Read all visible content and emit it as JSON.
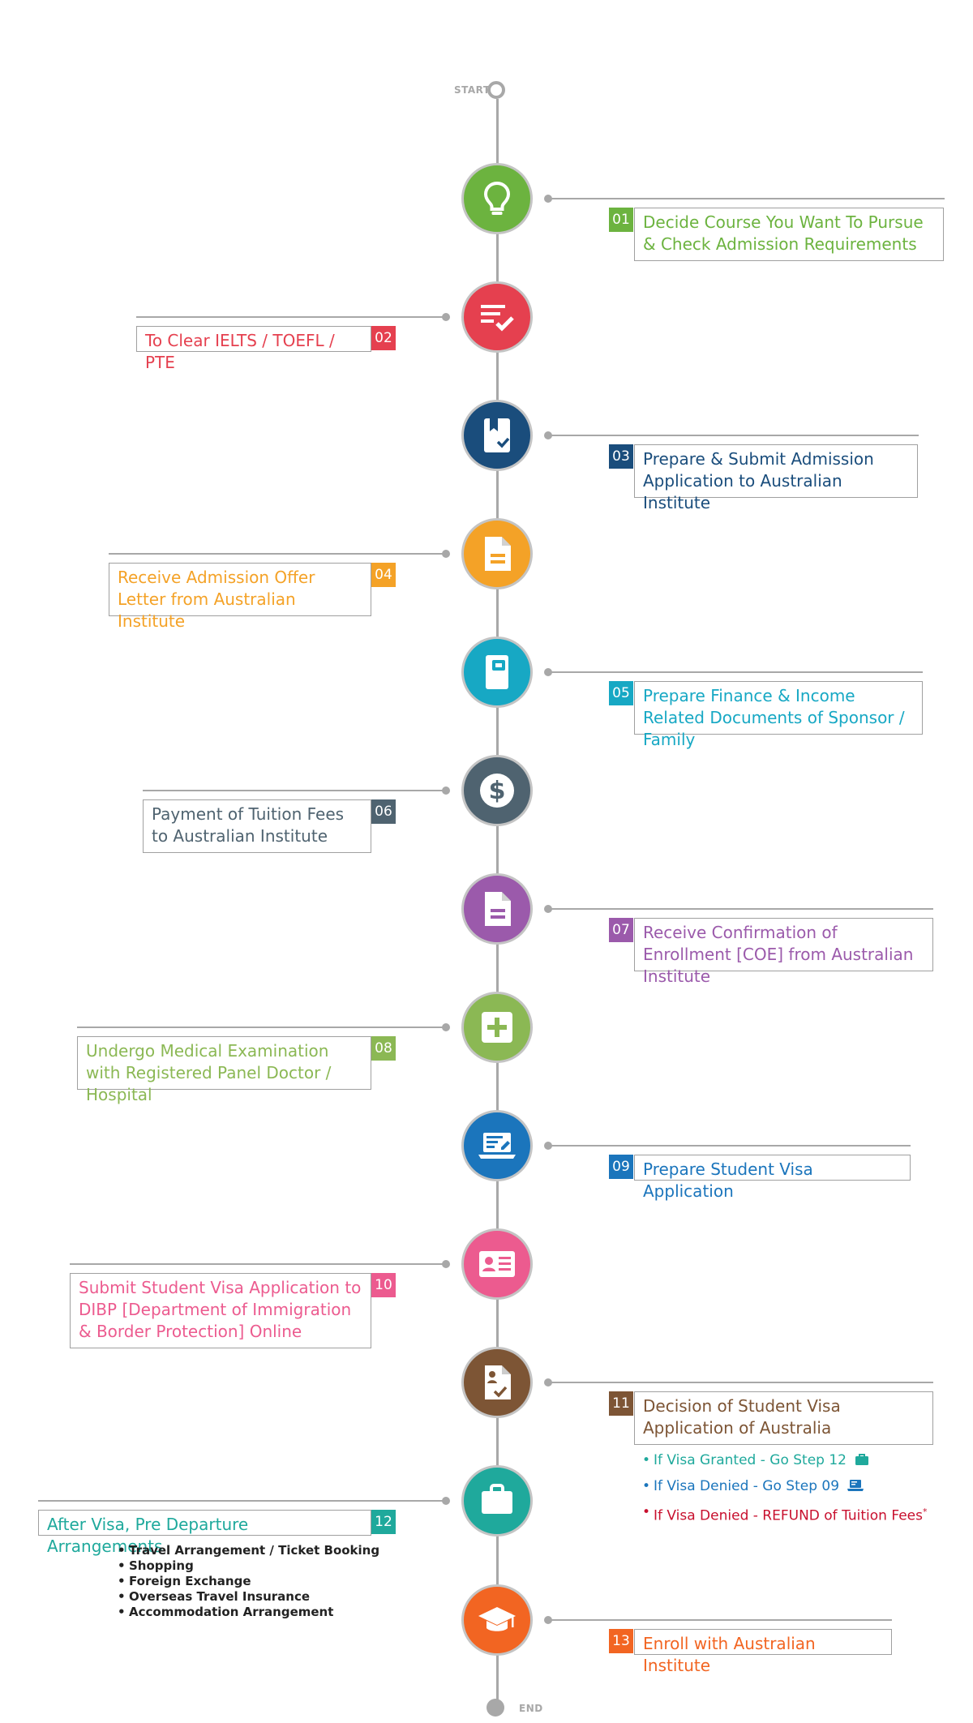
{
  "timeline": {
    "start_label": "START",
    "end_label": "END"
  },
  "steps": [
    {
      "num": "01",
      "text": "Decide Course You Want To Pursue & Check Admission Requirements",
      "color": "#6cb33f",
      "icon": "lightbulb-icon"
    },
    {
      "num": "02",
      "text": "To Clear IELTS / TOEFL / PTE",
      "color": "#e5404f",
      "icon": "checklist-icon"
    },
    {
      "num": "03",
      "text": "Prepare & Submit Admission Application to Australian Institute",
      "color": "#1a4d7c",
      "icon": "bookmark-check-icon"
    },
    {
      "num": "04",
      "text": "Receive Admission Offer Letter from Australian Institute",
      "color": "#f4a227",
      "icon": "document-icon"
    },
    {
      "num": "05",
      "text": "Prepare Finance & Income Related Documents of Sponsor / Family",
      "color": "#17a8c4",
      "icon": "passbook-icon"
    },
    {
      "num": "06",
      "text": "Payment of Tuition Fees to Australian Institute",
      "color": "#4f6370",
      "icon": "dollar-icon"
    },
    {
      "num": "07",
      "text": "Receive Confirmation of Enrollment [COE] from Australian Institute",
      "color": "#9b5aab",
      "icon": "document-icon"
    },
    {
      "num": "08",
      "text": "Undergo Medical Examination with Registered Panel Doctor / Hospital",
      "color": "#8bb854",
      "icon": "medical-plus-icon"
    },
    {
      "num": "09",
      "text": "Prepare Student Visa Application",
      "color": "#1b75bc",
      "icon": "laptop-icon"
    },
    {
      "num": "10",
      "text": "Submit Student Visa Application to DIBP [Department of Immigration & Border Protection] Online",
      "color": "#ec5b8f",
      "icon": "id-card-icon"
    },
    {
      "num": "11",
      "text": "Decision of Student Visa Application of Australia",
      "color": "#7d5535",
      "icon": "document-check-icon"
    },
    {
      "num": "12",
      "text": "After Visa, Pre Departure Arrangements",
      "color": "#1fa99c",
      "icon": "briefcase-icon"
    },
    {
      "num": "13",
      "text": "Enroll with Australian Institute",
      "color": "#f26522",
      "icon": "graduation-cap-icon"
    }
  ],
  "decision_outcomes": [
    {
      "text": "If Visa Granted - Go Step 12",
      "color": "#1fa99c",
      "icon": "briefcase-icon"
    },
    {
      "text": "If Visa Denied - Go Step 09",
      "color": "#1b75bc",
      "icon": "laptop-icon"
    },
    {
      "text": "If Visa Denied - REFUND of Tuition Fees",
      "color": "#c8102e",
      "icon": "",
      "suffix": "*"
    }
  ],
  "pre_departure_items": [
    "Travel Arrangement / Ticket Booking",
    "Shopping",
    "Foreign Exchange",
    "Overseas Travel Insurance",
    "Accommodation Arrangement"
  ]
}
